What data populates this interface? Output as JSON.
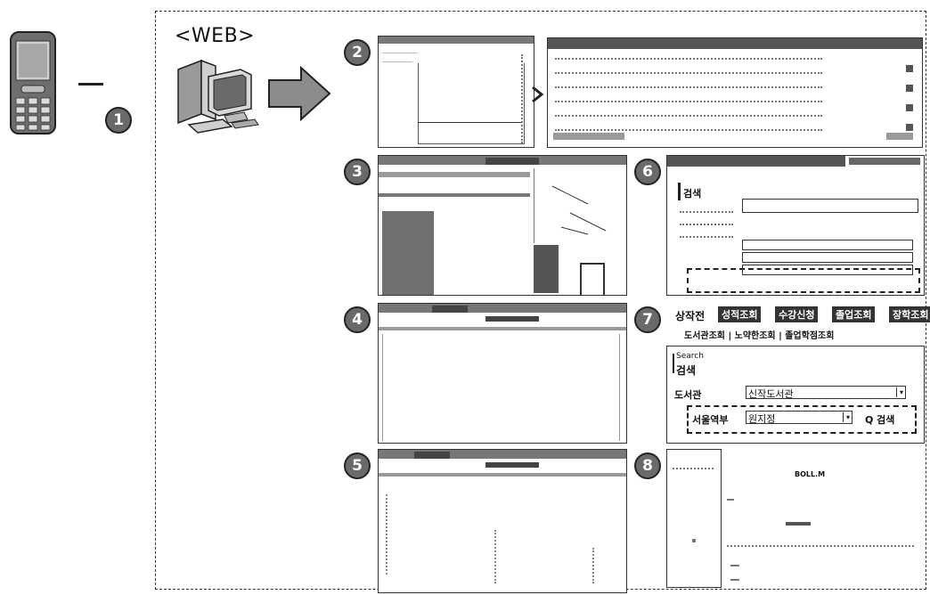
{
  "web_label": "<WEB>",
  "step_numbers": [
    "1",
    "2",
    "3",
    "4",
    "5",
    "6",
    "7",
    "8"
  ],
  "panel7": {
    "tab_active": "상작전",
    "tabs": [
      "성적조회",
      "수강신청",
      "졸업조회",
      "장학조회"
    ],
    "subtabs": "도서관조회 | 노약한조회 | 졸업학점조회",
    "search_small": "Search",
    "search_title": "검색",
    "field1_label": "도서관",
    "field1_value": "신작도서관",
    "field2_label": "서울역부",
    "field2_value": "원지정",
    "search_button": "Q 검색"
  },
  "panel6": {
    "section_title": "검색"
  },
  "panel8": {
    "title": "BOLL.M"
  }
}
